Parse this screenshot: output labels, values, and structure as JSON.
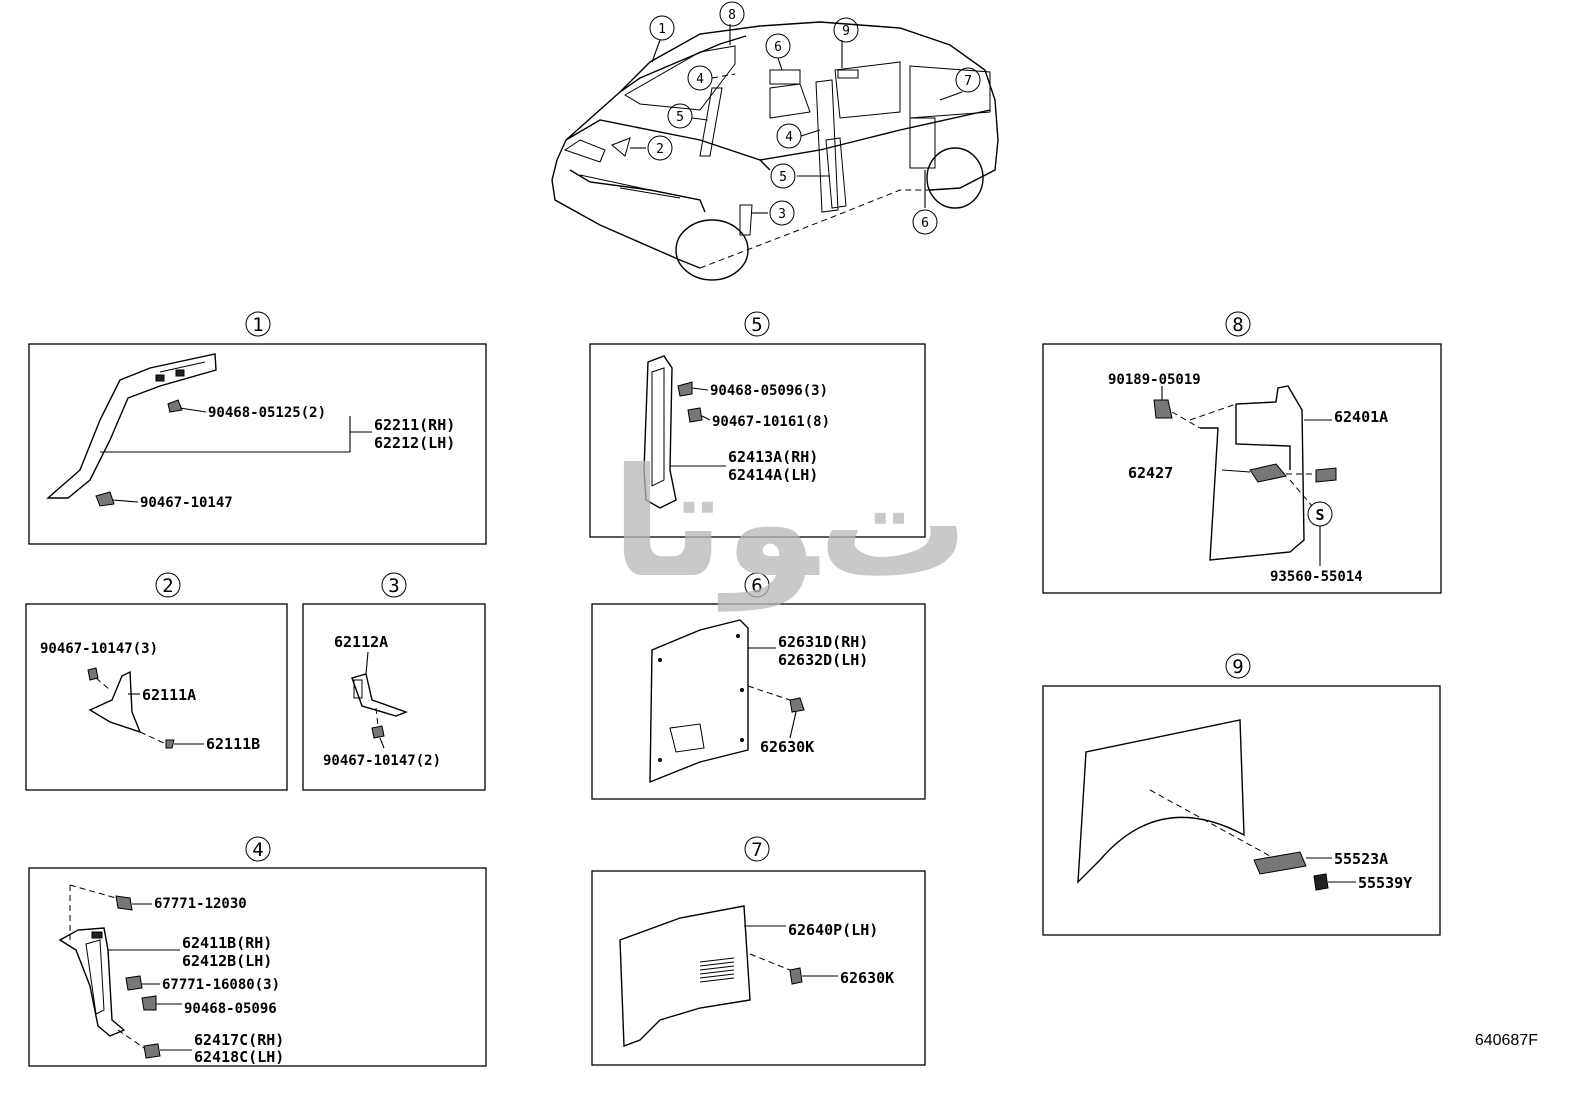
{
  "overview": {
    "callouts": [
      "1",
      "8",
      "9",
      "6",
      "7",
      "4",
      "5",
      "2",
      "4",
      "5",
      "3",
      "6"
    ]
  },
  "sections": {
    "s1": {
      "num": "1",
      "labels": {
        "clip": "90468-05125(2)",
        "trim_rh": "62211(RH)",
        "trim_lh": "62212(LH)",
        "clip2": "90467-10147"
      }
    },
    "s2": {
      "num": "2",
      "labels": {
        "clip": "90467-10147(3)",
        "pad_a": "62111A",
        "pad_b": "62111B"
      }
    },
    "s3": {
      "num": "3",
      "labels": {
        "bracket": "62112A",
        "clip": "90467-10147(2)"
      }
    },
    "s4": {
      "num": "4",
      "labels": {
        "screw": "67771-12030",
        "trim_rh": "62411B(RH)",
        "trim_lh": "62412B(LH)",
        "clip": "67771-16080(3)",
        "clip2": "90468-05096",
        "cover_rh": "62417C(RH)",
        "cover_lh": "62418C(LH)"
      }
    },
    "s5": {
      "num": "5",
      "labels": {
        "clip": "90468-05096(3)",
        "clip2": "90467-10161(8)",
        "trim_rh": "62413A(RH)",
        "trim_lh": "62414A(LH)"
      }
    },
    "s6": {
      "num": "6",
      "labels": {
        "board_rh": "62631D(RH)",
        "board_lh": "62632D(LH)",
        "clip": "62630K"
      }
    },
    "s7": {
      "num": "7",
      "labels": {
        "board": "62640P(LH)",
        "clip": "62630K"
      }
    },
    "s8": {
      "num": "8",
      "labels": {
        "bolt": "90189-05019",
        "trim": "62401A",
        "handle": "62427",
        "screw_mark": "S",
        "screw": "93560-55014"
      }
    },
    "s9": {
      "num": "9",
      "labels": {
        "bracket": "55523A",
        "clip": "55539Y"
      }
    }
  },
  "diagram_id": "640687F",
  "watermark": "ﺕﻮﺗﺎ"
}
